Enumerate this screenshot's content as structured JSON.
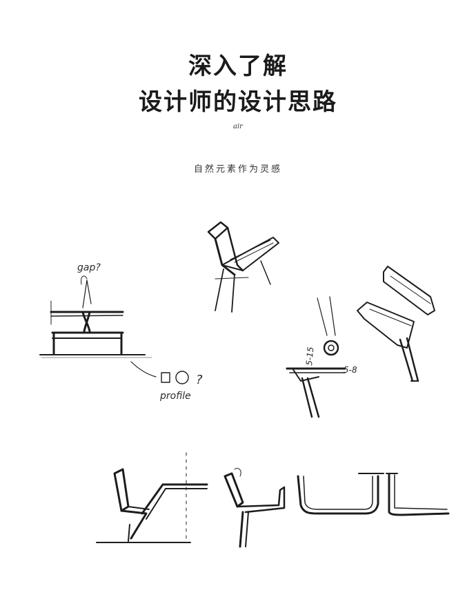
{
  "header": {
    "title_line1": "深入了解",
    "title_line2": "设计师的设计思路",
    "script_word": "air",
    "subtitle": "自然元素作为灵感"
  },
  "sketch_notes": {
    "gap": "gap?",
    "profile": "profile",
    "q": "?",
    "dim1": "5-15",
    "dim2": "5-8"
  },
  "colors": {
    "ink": "#1c1c1c",
    "background": "#ffffff"
  }
}
